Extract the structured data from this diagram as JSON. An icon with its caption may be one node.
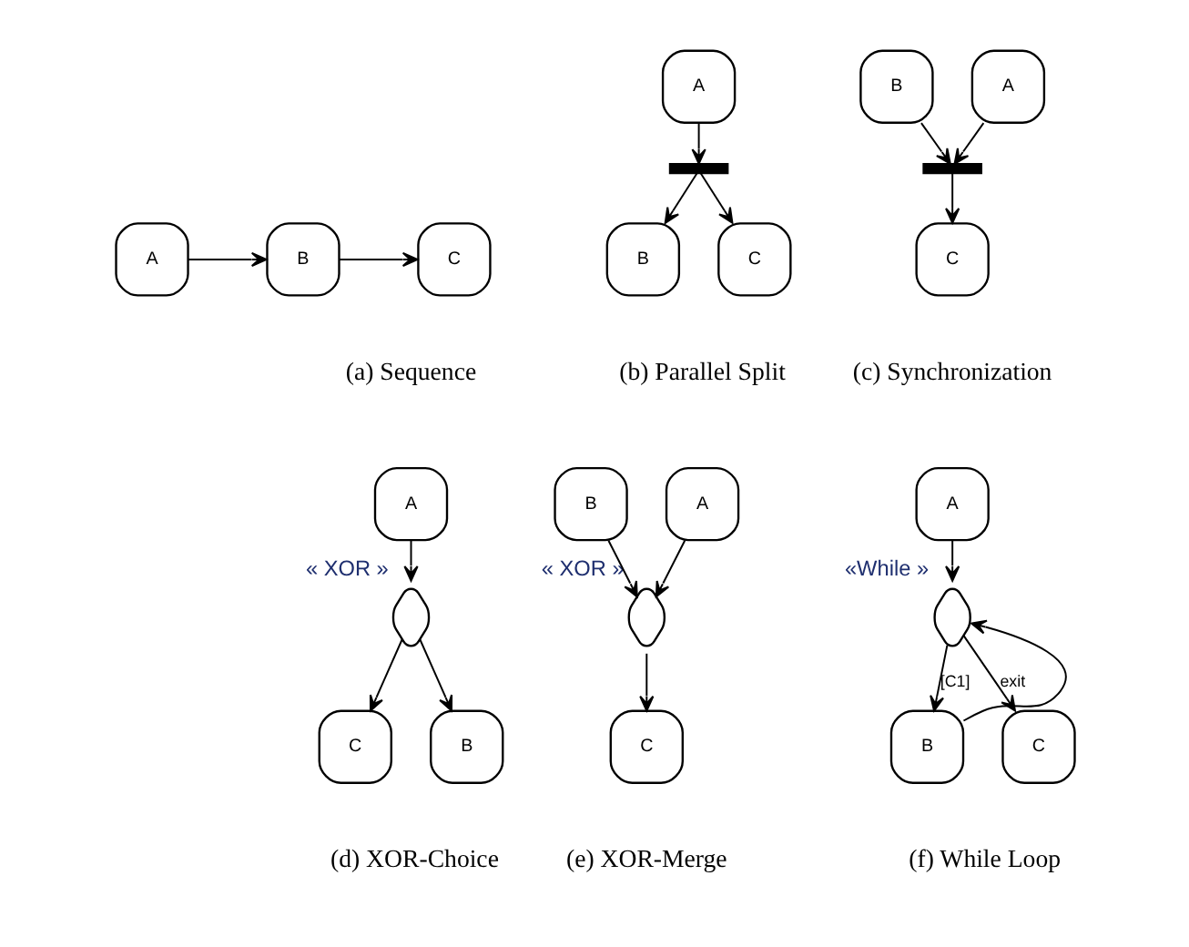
{
  "diagram": {
    "nodes": [
      {
        "text": [
          "A"
        ]
      },
      {
        "text": [
          "B"
        ]
      },
      {
        "text": [
          "C"
        ]
      },
      {
        "text": [
          "A"
        ]
      },
      {
        "text": [],
        "shape": "bar"
      },
      {
        "text": [
          "B"
        ]
      },
      {
        "text": [
          "C"
        ]
      },
      {
        "text": [
          "A"
        ]
      },
      {
        "text": [
          "B"
        ]
      },
      {
        "text": [],
        "shape": "bar"
      },
      {
        "text": [
          "C"
        ]
      },
      {
        "text": [
          "A"
        ]
      },
      {
        "text": [],
        "shape": "diamond",
        "beside": [
          "« XOR »"
        ]
      },
      {
        "text": [
          "C"
        ]
      },
      {
        "text": [
          "B"
        ]
      },
      {
        "text": [
          "A"
        ]
      },
      {
        "text": [
          "B"
        ]
      },
      {
        "text": [],
        "shape": "diamond",
        "beside": [
          "« XOR »"
        ]
      },
      {
        "text": [
          "C"
        ]
      },
      {
        "text": [
          "A"
        ]
      },
      {
        "text": [],
        "shape": "diamond",
        "beside": [
          "«While »"
        ]
      },
      {
        "text": [
          "B"
        ]
      },
      {
        "text": [
          "C"
        ]
      }
    ],
    "edges": [
      {
        "from": 0,
        "to": 1,
        "arrow": "to"
      },
      {
        "from": 1,
        "to": 2,
        "arrow": "to"
      },
      {
        "from": 3,
        "to": 4,
        "arrow": "to"
      },
      {
        "from": 4,
        "to": 5,
        "arrow": "to"
      },
      {
        "from": 4,
        "to": 6,
        "arrow": "to"
      },
      {
        "from": 7,
        "to": 9,
        "arrow": "to"
      },
      {
        "from": 8,
        "to": 9,
        "arrow": "to"
      },
      {
        "from": 9,
        "to": 10,
        "arrow": "to"
      },
      {
        "from": 11,
        "to": 12,
        "arrow": "to"
      },
      {
        "from": 12,
        "to": 13,
        "arrow": "to"
      },
      {
        "from": 12,
        "to": 14,
        "arrow": "to"
      },
      {
        "from": 15,
        "to": 17,
        "arrow": "to"
      },
      {
        "from": 16,
        "to": 17,
        "arrow": "to"
      },
      {
        "from": 17,
        "to": 18,
        "arrow": "to"
      },
      {
        "from": 19,
        "to": 20,
        "arrow": "to"
      },
      {
        "from": 20,
        "to": 21,
        "arrow": "to",
        "label": "[C1]"
      },
      {
        "from": 20,
        "to": 22,
        "arrow": "to",
        "label": "exit"
      },
      {
        "from": 21,
        "to": 20,
        "arrow": "to"
      }
    ],
    "labels": [
      "(a) Sequence",
      "(b) Parallel Split",
      "(c) Synchronization",
      "(d) XOR-Choice",
      "(e) XOR-Merge",
      "(f) While Loop"
    ]
  }
}
